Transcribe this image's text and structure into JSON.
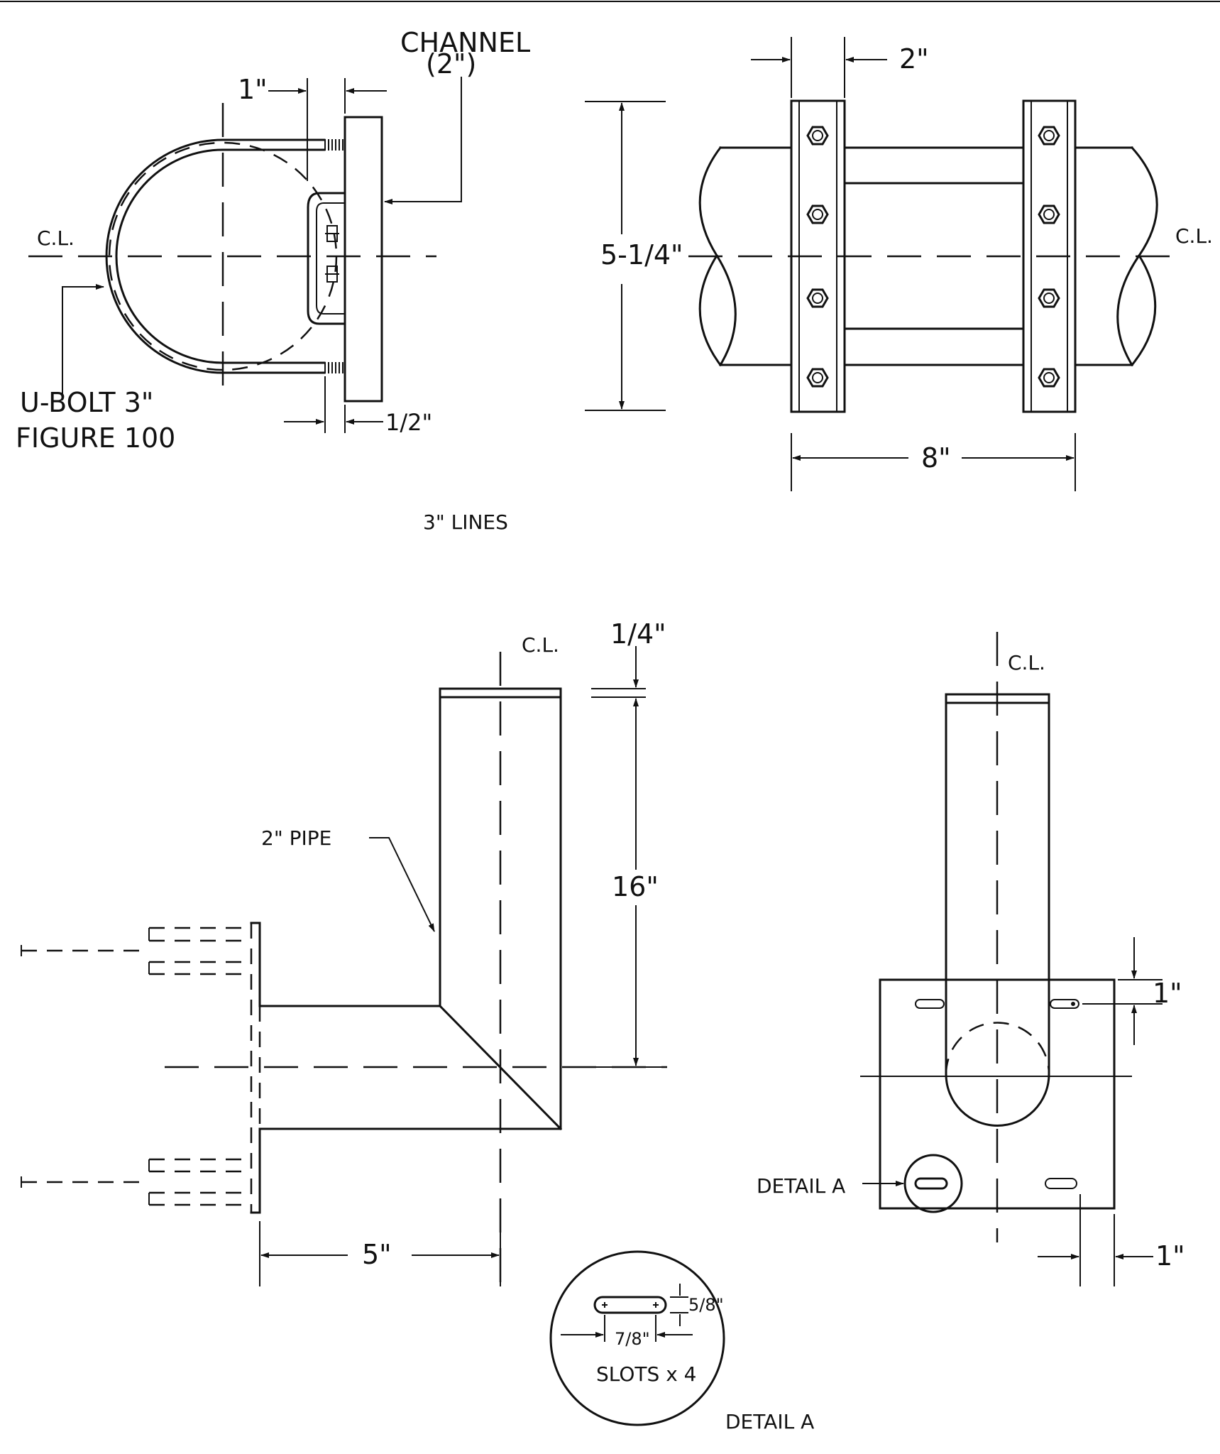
{
  "labels": {
    "channel": "CHANNEL",
    "channel_size": "(2\")",
    "dim_1in_top": "1\"",
    "dim_2in": "2\"",
    "cl": "C.L.",
    "ubolt": "U-BOLT 3\"",
    "figure": "FIGURE 100",
    "dim_half": "1/2\"",
    "dim_5_1_4": "5-1/4\"",
    "dim_8": "8\"",
    "lines": "3\" LINES",
    "dim_quarter": "1/4\"",
    "pipe": "2\" PIPE",
    "dim_16": "16\"",
    "dim_5": "5\"",
    "dim_1in_right": "1\"",
    "dim_1in_bottom": "1\"",
    "detail_a_ref": "DETAIL A",
    "detail_a_title": "DETAIL A",
    "dim_5_8": "5/8\"",
    "dim_7_8": "7/8\"",
    "slots": "SLOTS x 4"
  }
}
